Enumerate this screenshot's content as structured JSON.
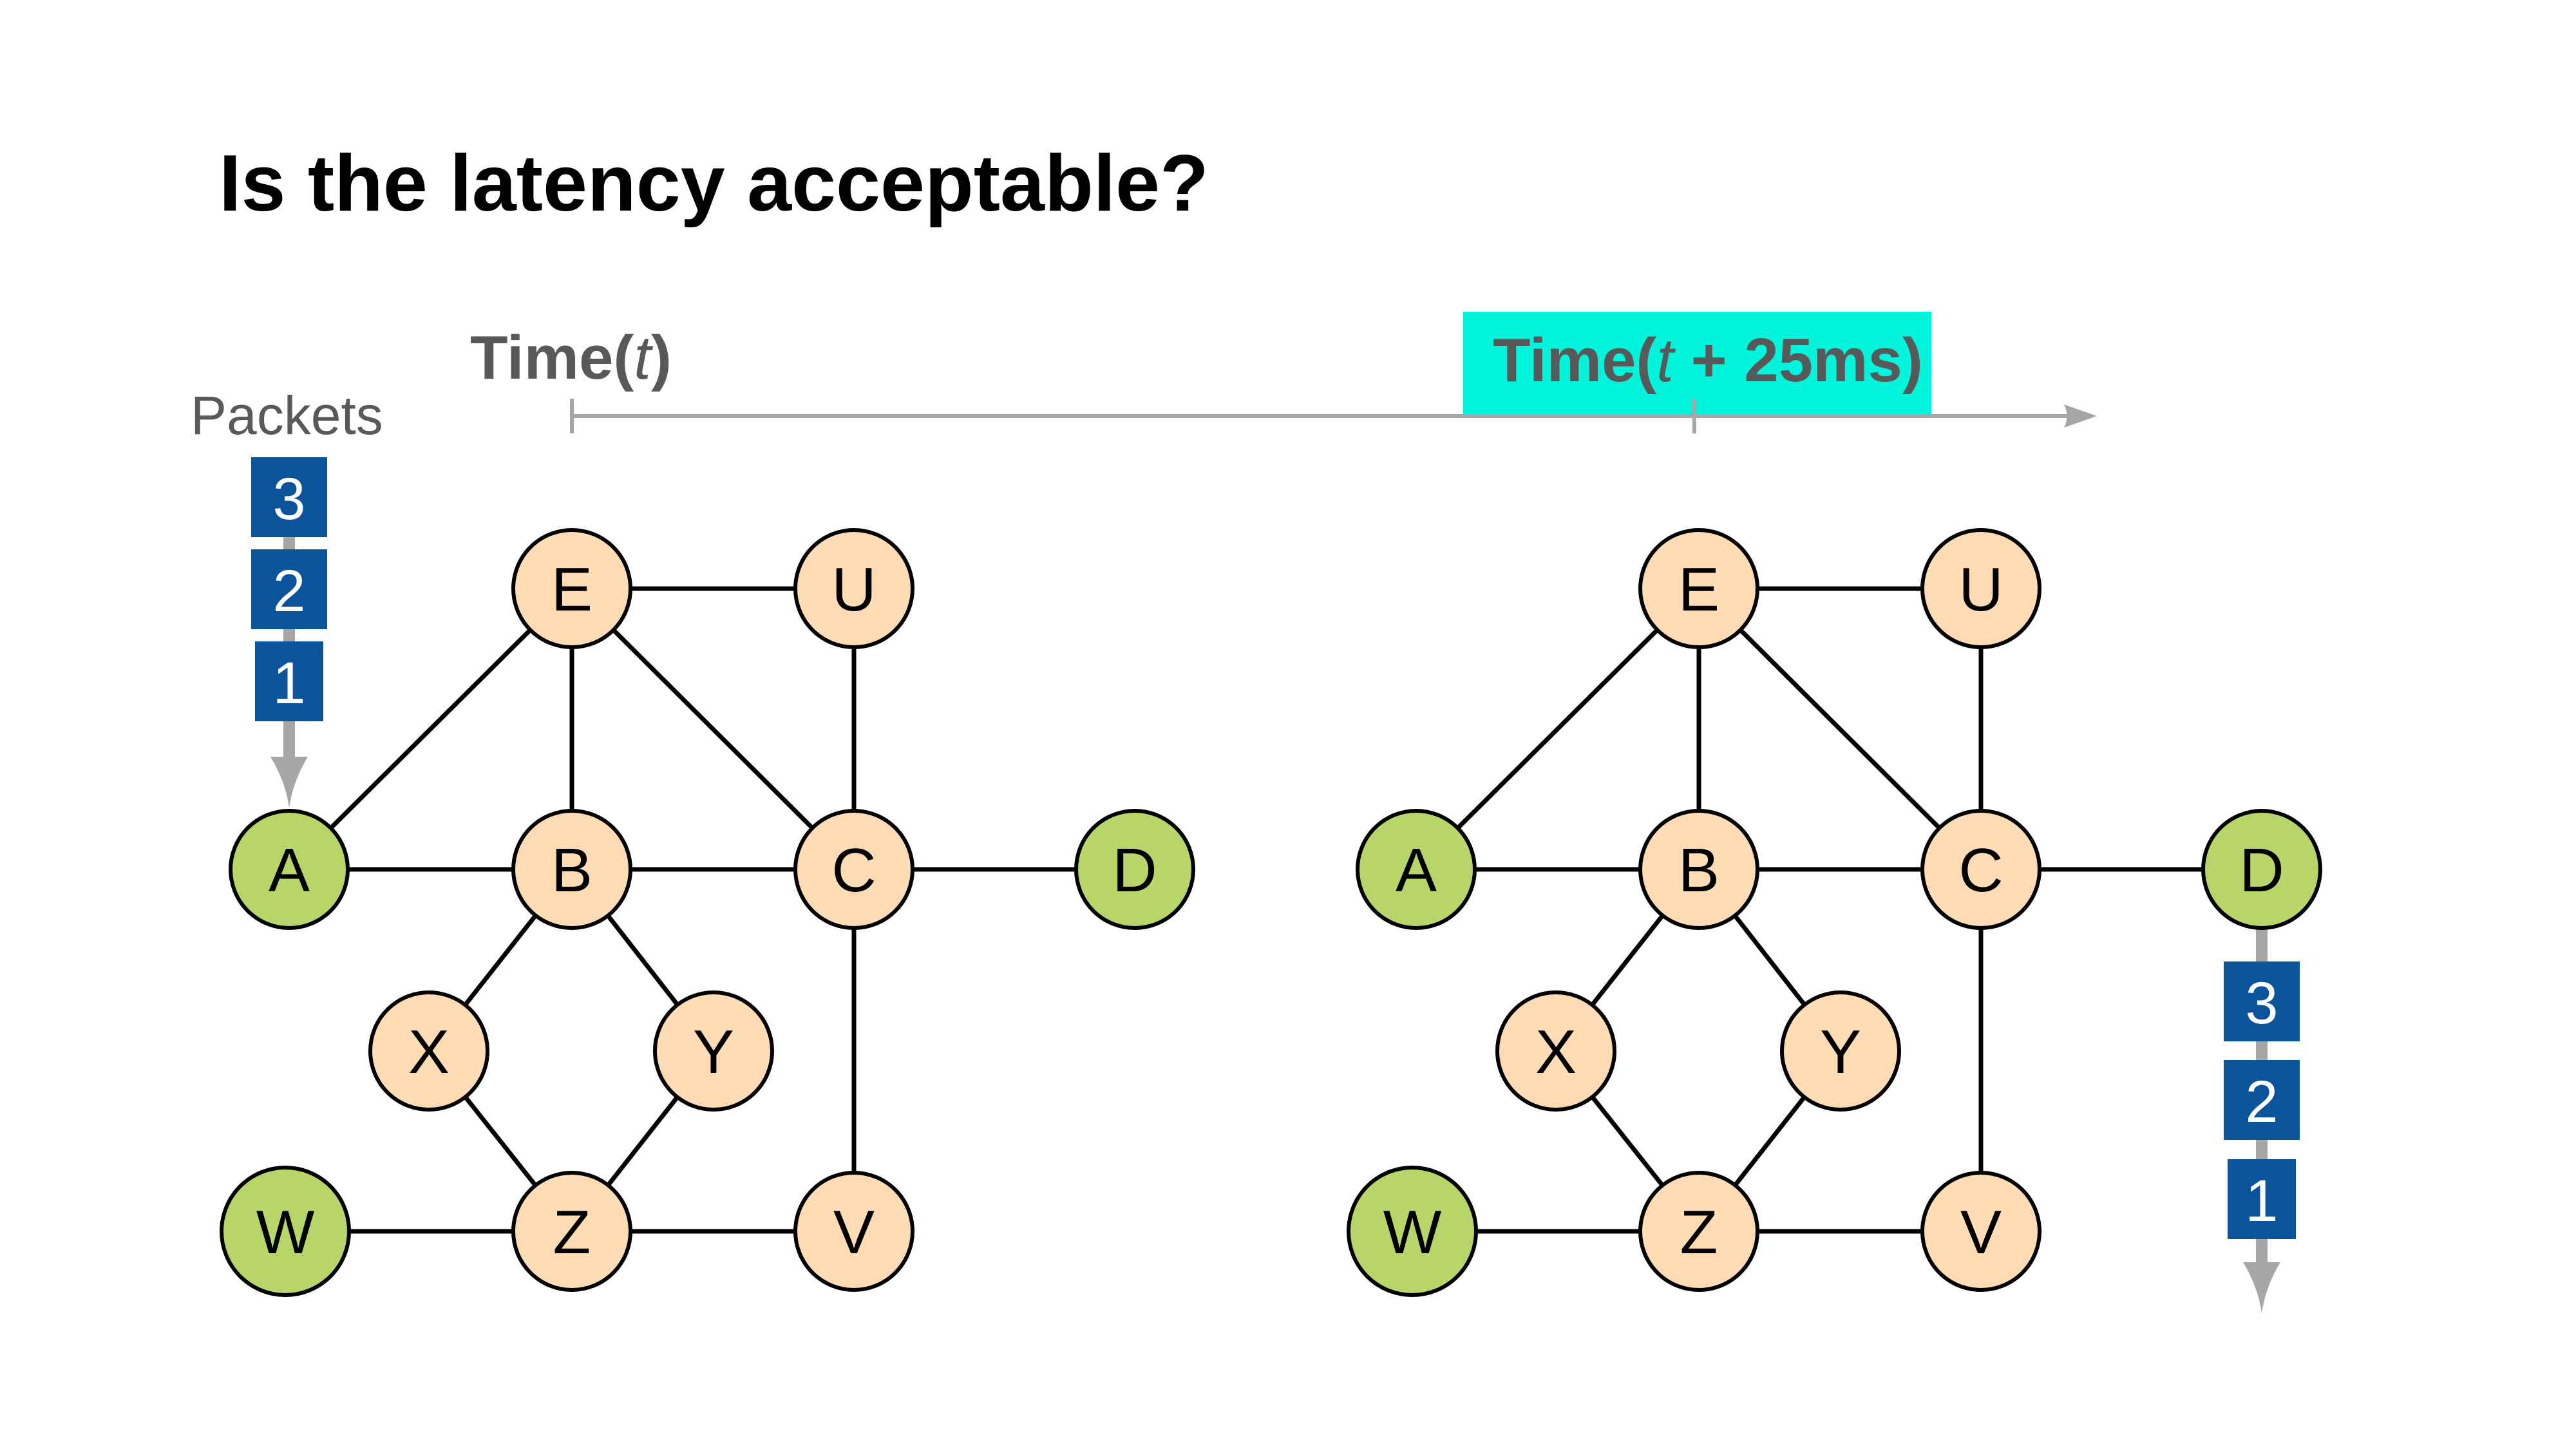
{
  "title": "Is the latency acceptable?",
  "timeline": {
    "start_label_prefix": "Time(",
    "start_label_var": "t",
    "start_label_suffix": ")",
    "end_label_prefix": "Time(",
    "end_label_var": "t",
    "end_label_suffix": " + 25ms)",
    "highlight_color": "#00f5dc",
    "axis_color": "#a6a6a6"
  },
  "packets_label": "Packets",
  "packet_color": "#0b539b",
  "colors": {
    "endpoint": "#b8d56a",
    "router": "#fddcb5",
    "edge": "#000000"
  },
  "nodes": [
    {
      "id": "E",
      "label": "E",
      "kind": "router"
    },
    {
      "id": "U",
      "label": "U",
      "kind": "router"
    },
    {
      "id": "A",
      "label": "A",
      "kind": "endpoint"
    },
    {
      "id": "B",
      "label": "B",
      "kind": "router"
    },
    {
      "id": "C",
      "label": "C",
      "kind": "router"
    },
    {
      "id": "D",
      "label": "D",
      "kind": "endpoint"
    },
    {
      "id": "X",
      "label": "X",
      "kind": "router"
    },
    {
      "id": "Y",
      "label": "Y",
      "kind": "router"
    },
    {
      "id": "W",
      "label": "W",
      "kind": "endpoint"
    },
    {
      "id": "Z",
      "label": "Z",
      "kind": "router"
    },
    {
      "id": "V",
      "label": "V",
      "kind": "router"
    }
  ],
  "edges": [
    [
      "E",
      "U"
    ],
    [
      "E",
      "A"
    ],
    [
      "E",
      "B"
    ],
    [
      "E",
      "C"
    ],
    [
      "U",
      "C"
    ],
    [
      "A",
      "B"
    ],
    [
      "B",
      "C"
    ],
    [
      "C",
      "D"
    ],
    [
      "B",
      "X"
    ],
    [
      "B",
      "Y"
    ],
    [
      "X",
      "Z"
    ],
    [
      "Y",
      "Z"
    ],
    [
      "W",
      "Z"
    ],
    [
      "Z",
      "V"
    ],
    [
      "C",
      "V"
    ]
  ],
  "graphs": [
    {
      "name": "before",
      "packets_at": "A",
      "packets": [
        "3",
        "2",
        "1"
      ]
    },
    {
      "name": "after",
      "packets_at": "D",
      "packets": [
        "3",
        "2",
        "1"
      ]
    }
  ]
}
